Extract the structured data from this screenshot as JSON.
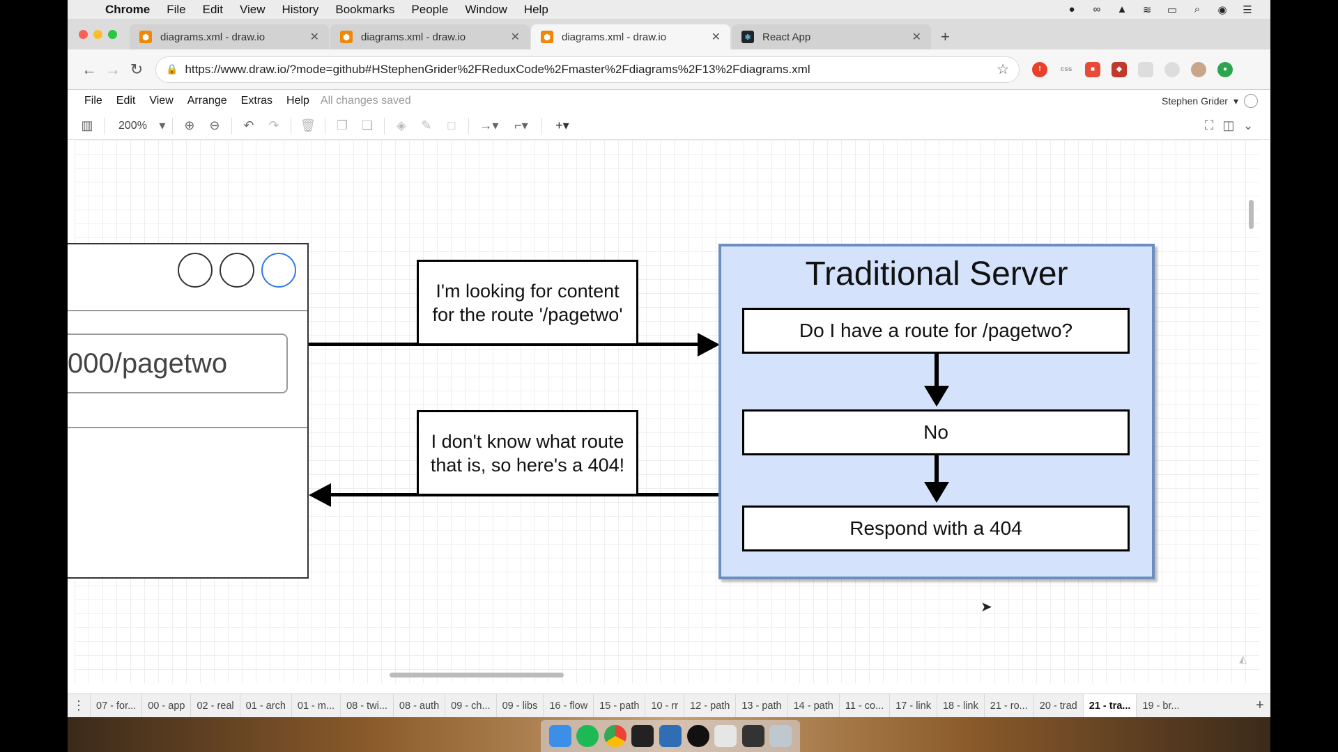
{
  "menubar": {
    "items": [
      "Chrome",
      "File",
      "Edit",
      "View",
      "History",
      "Bookmarks",
      "People",
      "Window",
      "Help"
    ]
  },
  "tabs": [
    {
      "title": "diagrams.xml - draw.io",
      "icon": "drawio-icon",
      "active": false
    },
    {
      "title": "diagrams.xml - draw.io",
      "icon": "drawio-icon",
      "active": false
    },
    {
      "title": "diagrams.xml - draw.io",
      "icon": "drawio-icon",
      "active": true
    },
    {
      "title": "React App",
      "icon": "react-icon",
      "active": false
    }
  ],
  "omnibox": {
    "url": "https://www.draw.io/?mode=github#HStephenGrider%2FReduxCode%2Fmaster%2Fdiagrams%2F13%2Fdiagrams.xml",
    "ext_css_label": "css"
  },
  "appmenu": {
    "items": [
      "File",
      "Edit",
      "View",
      "Arrange",
      "Extras",
      "Help"
    ],
    "status": "All changes saved",
    "user": "Stephen Grider"
  },
  "toolbar": {
    "zoom": "200%"
  },
  "diagram": {
    "address_text": "000/pagetwo",
    "request_label": "I'm looking for content for the route '/pagetwo'",
    "response_label": "I don't know what route that is, so here's a 404!",
    "server_title": "Traditional Server",
    "steps": [
      "Do I have a route for /pagetwo?",
      "No",
      "Respond with a 404"
    ],
    "colors": {
      "server_fill": "#d4e3fb",
      "server_border": "#6c8ebf",
      "active_circle": "#2d7be5"
    }
  },
  "pages": [
    "07 - for...",
    "00 - app",
    "02 - real",
    "01 - arch",
    "01 - m...",
    "08 - twi...",
    "08 - auth",
    "09 - ch...",
    "09 - libs",
    "16 - flow",
    "15 - path",
    "10 - rr",
    "12 - path",
    "13 - path",
    "14 - path",
    "11 - co...",
    "17 - link",
    "18 - link",
    "21 - ro...",
    "20 - trad",
    "21 - tra...",
    "19 - br..."
  ],
  "active_page_index": 20
}
